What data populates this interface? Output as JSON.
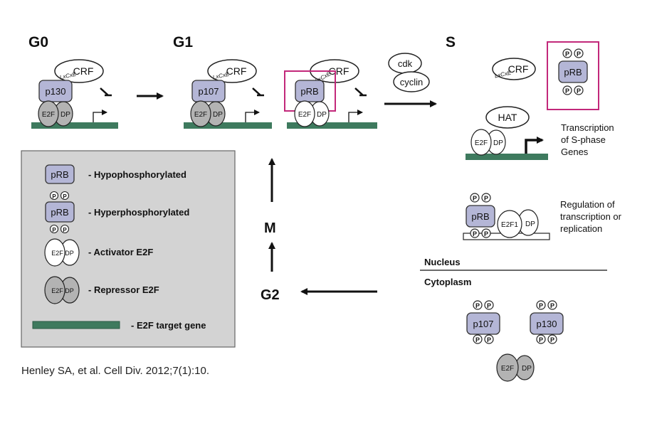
{
  "phases": {
    "g0": "G0",
    "g1": "G1",
    "s": "S",
    "m": "M",
    "g2": "G2"
  },
  "proteins": {
    "crf": "CRF",
    "lxcxe": "LxCxE",
    "p130": "p130",
    "p107": "p107",
    "prb": "pRB",
    "e2f": "E2F",
    "dp": "DP",
    "e2f1": "E2F1",
    "cdk": "cdk",
    "cyclin": "cyclin",
    "hat": "HAT",
    "phospho": "P"
  },
  "annotations": {
    "transcription": [
      "Transcription",
      "of S-phase",
      "Genes"
    ],
    "regulation": [
      "Regulation of",
      "transcription or",
      "replication"
    ],
    "nucleus": "Nucleus",
    "cytoplasm": "Cytoplasm"
  },
  "legend": {
    "items": [
      {
        "symbol": "pRB",
        "label": "- Hypophosphorylated"
      },
      {
        "symbol": "pRB",
        "label": "- Hyperphosphorylated"
      },
      {
        "symbol": "E2F DP",
        "label": "- Activator E2F"
      },
      {
        "symbol": "E2F DP",
        "label": "- Repressor E2F"
      },
      {
        "symbol": "",
        "label": "- E2F target gene"
      }
    ]
  },
  "citation": "Henley SA, et al. Cell Div. 2012;7(1):10.",
  "colors": {
    "protein_fill": "#b4b6d6",
    "gene_bar": "#3e7a5e",
    "highlight": "#c2287a",
    "legend_bg": "#d3d3d3",
    "repressor_fill": "#b3b3b3",
    "text": "#111111"
  }
}
